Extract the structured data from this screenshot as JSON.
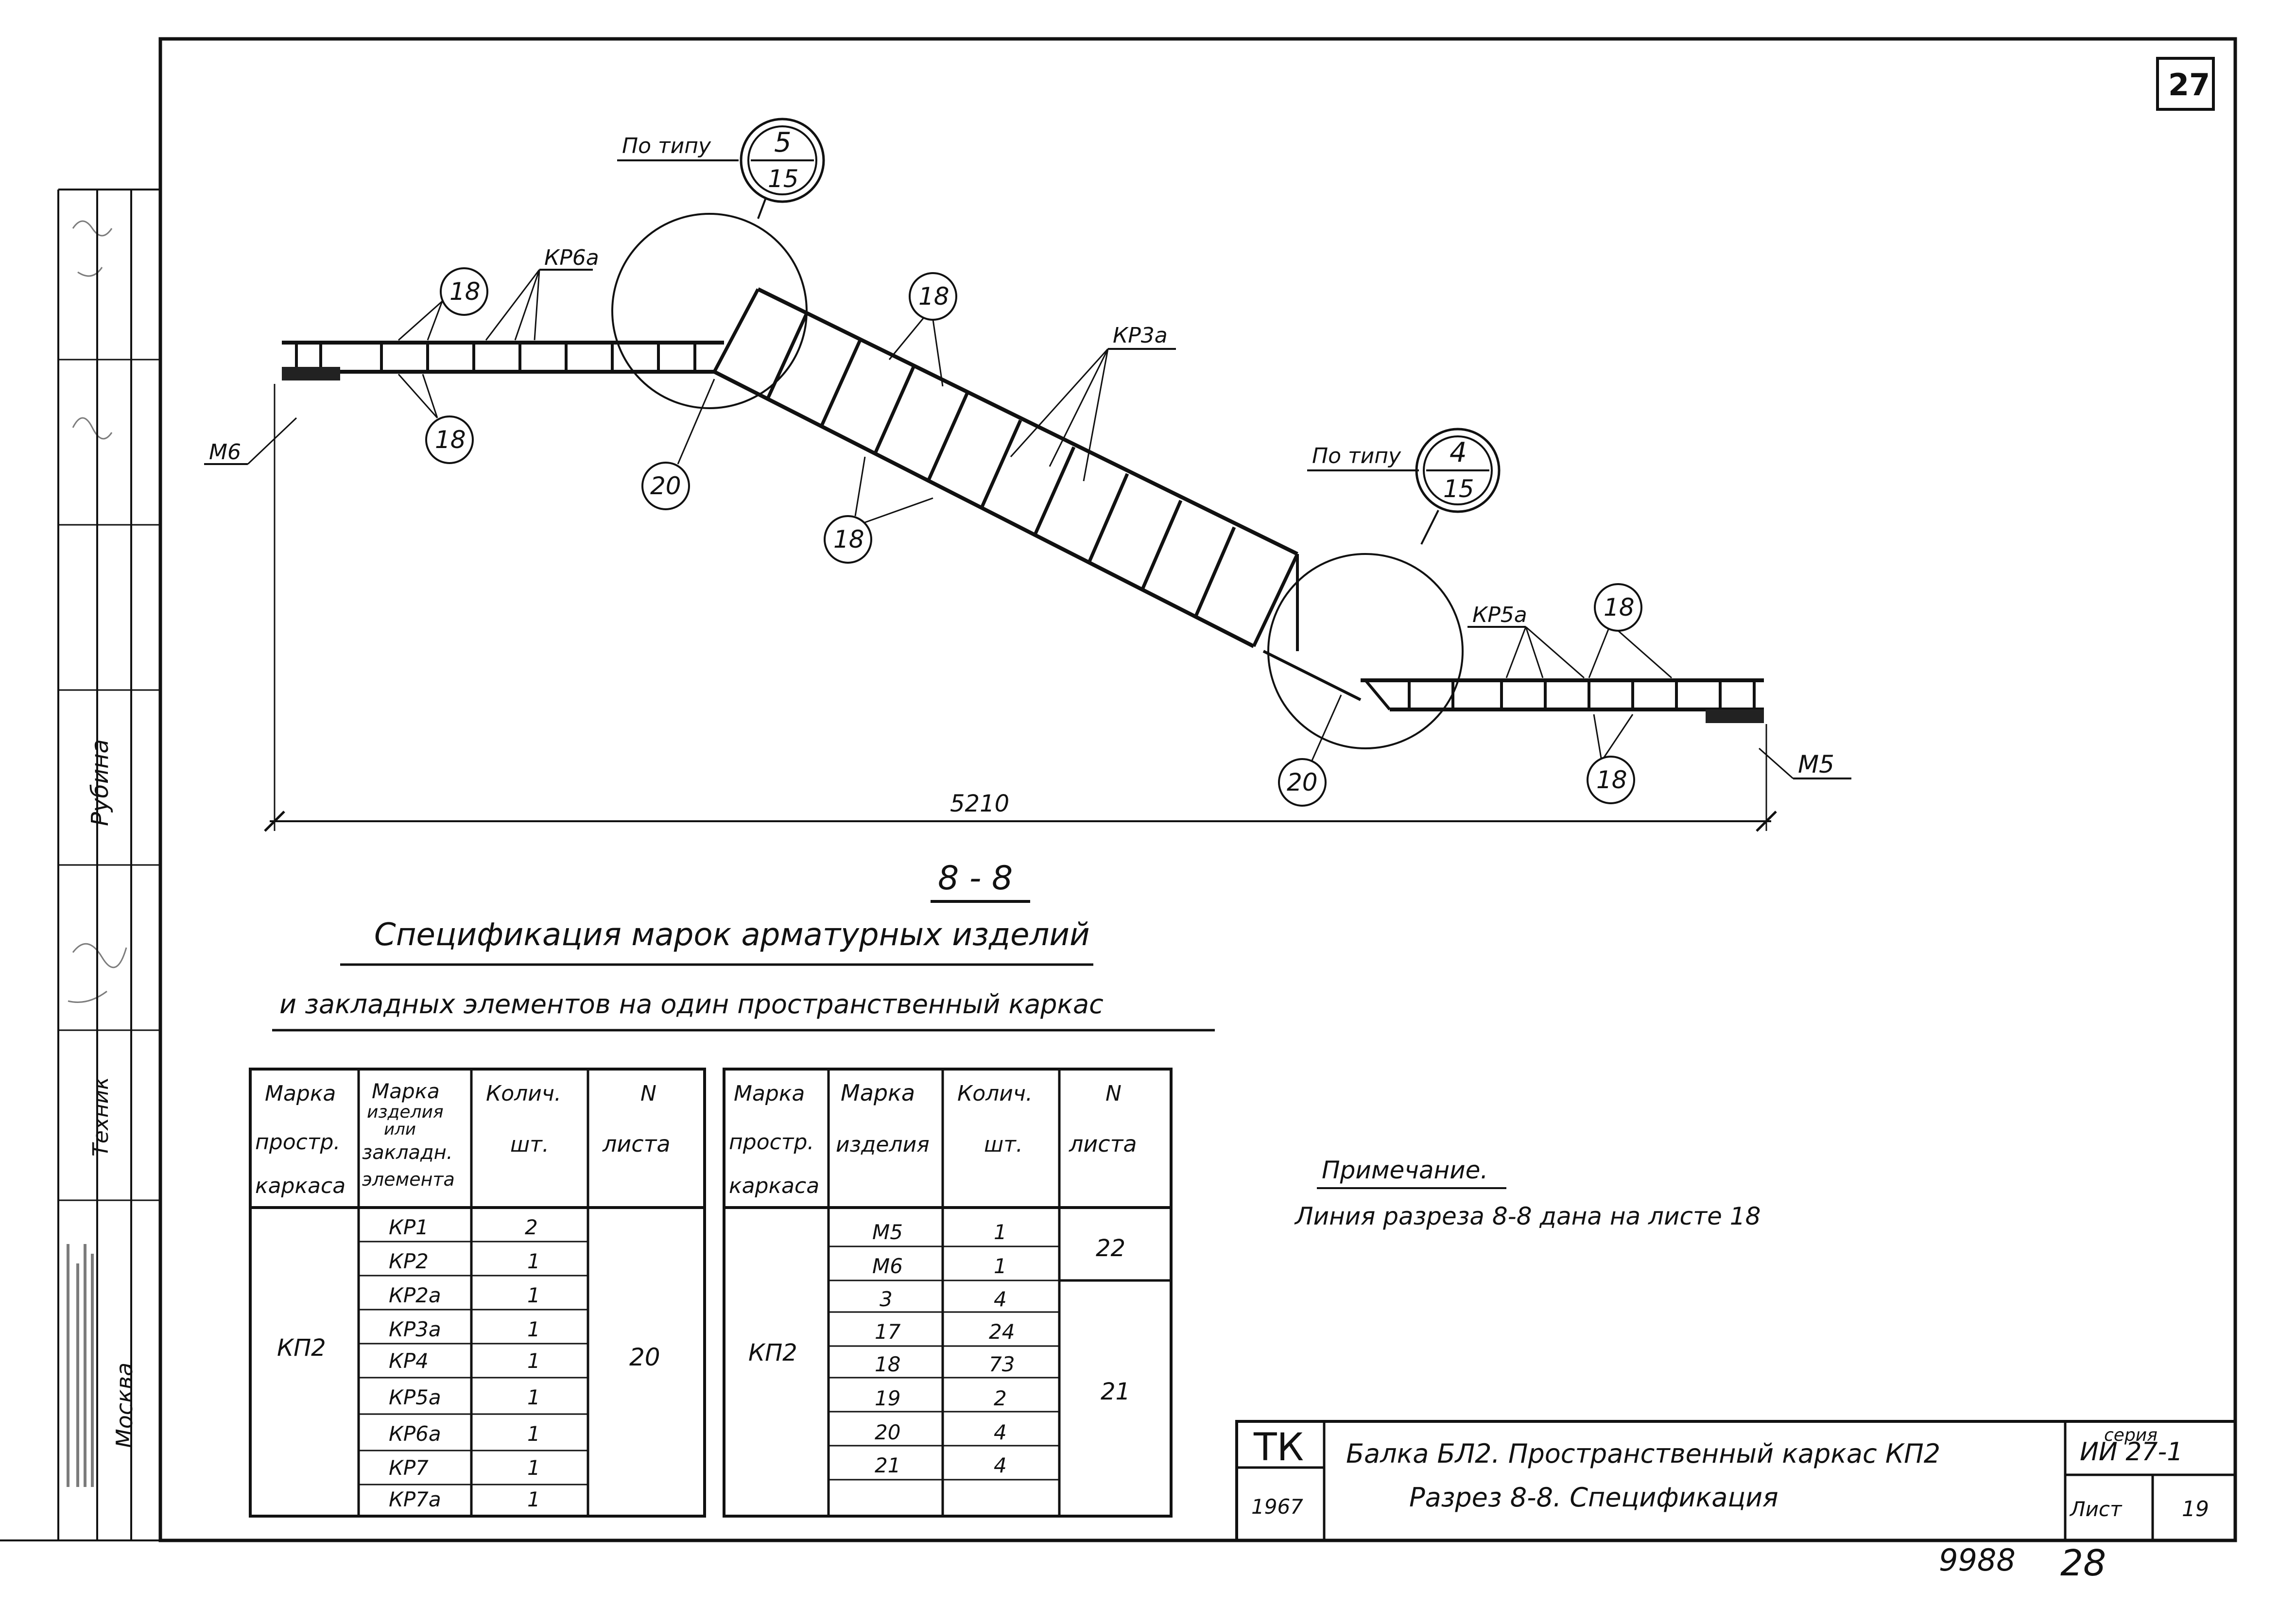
{
  "sheet_number": "27",
  "section": {
    "mark": "8 - 8",
    "dimension": "5210",
    "callout_left": {
      "prefix": "По типу",
      "num": "5",
      "den": "15"
    },
    "callout_right": {
      "prefix": "По типу",
      "num": "4",
      "den": "15"
    },
    "labels": {
      "kr6a": "КР6а",
      "kr3a": "КР3а",
      "kr5a": "КР5а",
      "m6": "М6",
      "m5": "М5"
    },
    "bubbles": {
      "b18_left_top": "18",
      "b18_left_bottom": "18",
      "b20_left": "20",
      "b18_mid_top": "18",
      "b18_mid_bottom": "18",
      "b18_right_top": "18",
      "b18_right_bottom": "18",
      "b20_right": "20"
    }
  },
  "spec": {
    "title_line1": "Спецификация марок арматурных изделий",
    "title_line2": "и закладных элементов на один пространственный каркас",
    "left_table": {
      "headers": [
        [
          "Марка",
          "простр.",
          "каркаса"
        ],
        [
          "Марка",
          "изделия",
          "или",
          "закладн.",
          "элемента"
        ],
        [
          "Колич.",
          "шт."
        ],
        [
          "N",
          "листа"
        ]
      ],
      "frame": "КП2",
      "sheet": "20",
      "rows": [
        {
          "item": "КР1",
          "qty": "2"
        },
        {
          "item": "КР2",
          "qty": "1"
        },
        {
          "item": "КР2а",
          "qty": "1"
        },
        {
          "item": "КР3а",
          "qty": "1"
        },
        {
          "item": "КР4",
          "qty": "1"
        },
        {
          "item": "КР5а",
          "qty": "1"
        },
        {
          "item": "КР6а",
          "qty": "1"
        },
        {
          "item": "КР7",
          "qty": "1"
        },
        {
          "item": "КР7а",
          "qty": "1"
        }
      ]
    },
    "right_table": {
      "headers": [
        [
          "Марка",
          "простр.",
          "каркаса"
        ],
        [
          "Марка",
          "изделия"
        ],
        [
          "Колич.",
          "шт."
        ],
        [
          "N",
          "листа"
        ]
      ],
      "frame": "КП2",
      "sheet_a": "22",
      "sheet_b": "21",
      "rows": [
        {
          "item": "М5",
          "qty": "1"
        },
        {
          "item": "М6",
          "qty": "1"
        },
        {
          "item": "3",
          "qty": "4"
        },
        {
          "item": "17",
          "qty": "24"
        },
        {
          "item": "18",
          "qty": "73"
        },
        {
          "item": "19",
          "qty": "2"
        },
        {
          "item": "20",
          "qty": "4"
        },
        {
          "item": "21",
          "qty": "4"
        },
        {
          "item": "",
          "qty": ""
        }
      ]
    }
  },
  "note": {
    "heading": "Примечание.",
    "text": "Линия разреза 8-8 дана на листе 18"
  },
  "title_block": {
    "org": "ТК",
    "year": "1967",
    "title_line1": "Балка БЛ2. Пространственный каркас КП2",
    "title_line2": "Разрез 8-8. Спецификация",
    "series_label": "серия",
    "series": "ИИ 27-1",
    "sheet_label": "Лист",
    "sheet": "19"
  },
  "footer": {
    "code": "9988",
    "number": "28"
  },
  "margin_stamp": {
    "name": "Рубина",
    "role": "Техник",
    "city": "Москва"
  }
}
